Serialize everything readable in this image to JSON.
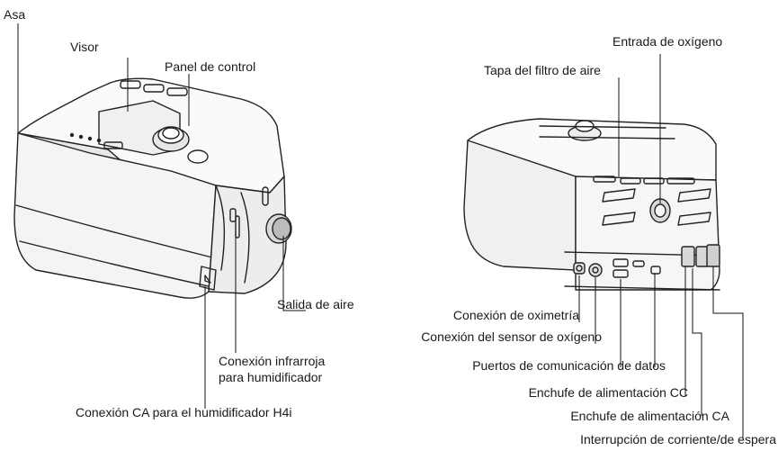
{
  "front_view": {
    "labels": {
      "handle": "Asa",
      "display": "Visor",
      "control_panel": "Panel de control",
      "air_outlet": "Salida de aire",
      "infrared_port_line1": "Conexión infrarroja",
      "infrared_port_line2": "para humidificador",
      "ac_connection": "Conexión CA para el humidificador H4i"
    }
  },
  "rear_view": {
    "labels": {
      "oxygen_inlet": "Entrada de oxígeno",
      "air_filter_cover": "Tapa del filtro de aire",
      "oximetry_port": "Conexión de oximetría",
      "oxygen_sensor_port": "Conexión del sensor de oxígeno",
      "data_ports": "Puertos de comunicación de datos",
      "dc_socket": "Enchufe de alimentación CC",
      "ac_socket": "Enchufe de alimentación CA",
      "power_switch": "Interrupción de corriente/de espera"
    }
  }
}
